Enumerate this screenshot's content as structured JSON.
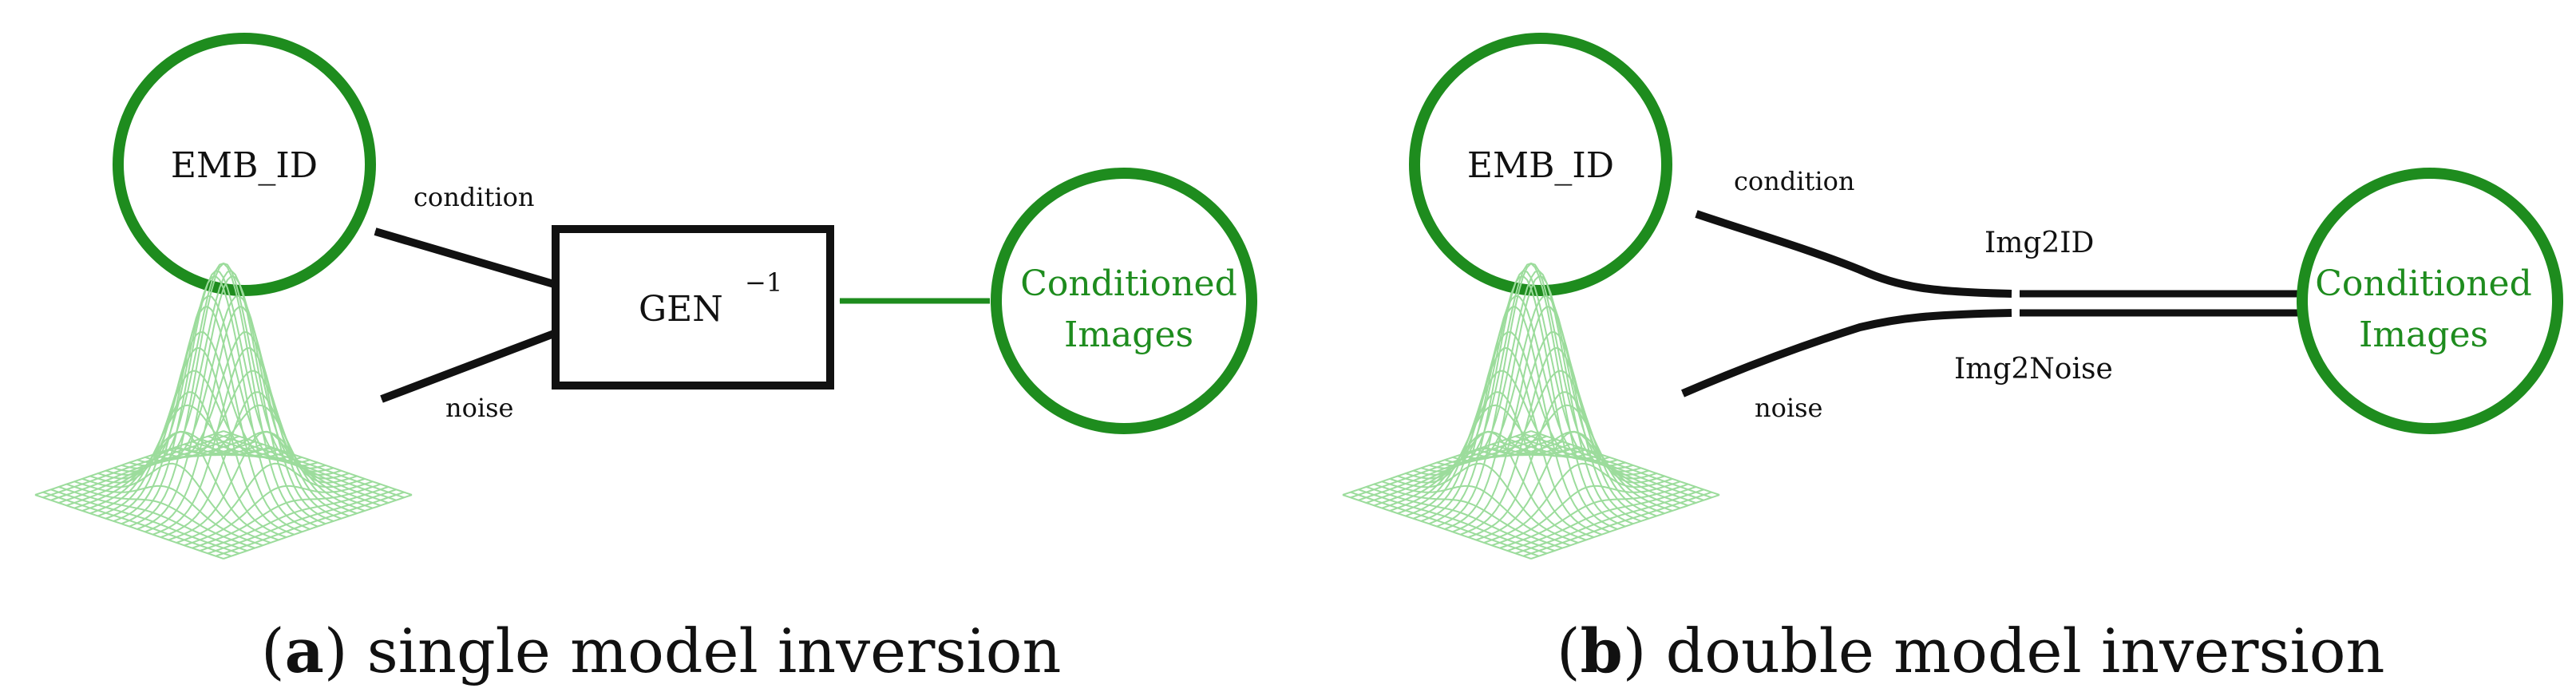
{
  "colors": {
    "accent_green": "#1e8c1e",
    "mesh_green": "#9cdc9c",
    "ink": "#111111"
  },
  "panel_a": {
    "emb_label": "EMB_ID",
    "condition_label": "condition",
    "noise_label": "noise",
    "gen_label": "GEN",
    "gen_superscript": "−1",
    "conditioned_line1": "Conditioned",
    "conditioned_line2": "Images",
    "caption_letter": "a",
    "caption_text": "single model inversion"
  },
  "panel_b": {
    "emb_label": "EMB_ID",
    "condition_label": "condition",
    "noise_label": "noise",
    "img2id_label": "Img2ID",
    "img2noise_label": "Img2Noise",
    "conditioned_line1": "Conditioned",
    "conditioned_line2": "Images",
    "caption_letter": "b",
    "caption_text": "double model inversion"
  }
}
